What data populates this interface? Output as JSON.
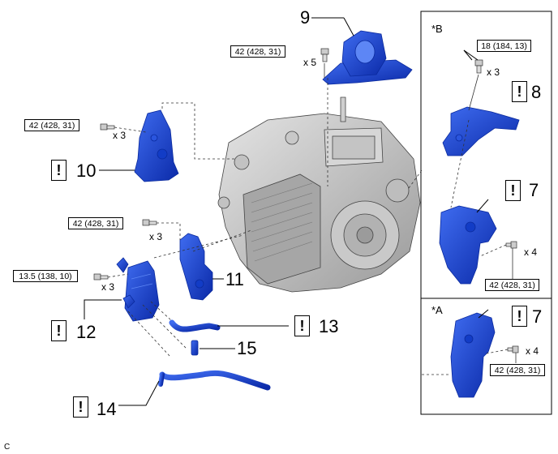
{
  "parts": {
    "p9": {
      "number": "9",
      "torque": "42 (428, 31)",
      "qty": "x 5"
    },
    "p10": {
      "number": "10",
      "torque": "42 (428, 31)",
      "qty": "x 3",
      "notice": "!"
    },
    "p11": {
      "number": "11",
      "torque": "42 (428, 31)",
      "qty": "x 3"
    },
    "p12": {
      "number": "12",
      "torque": "13.5 (138, 10)",
      "qty": "x 3",
      "notice": "!"
    },
    "p13": {
      "number": "13",
      "notice": "!"
    },
    "p14": {
      "number": "14",
      "notice": "!"
    },
    "p15": {
      "number": "15"
    }
  },
  "variant_b": {
    "label": "*B",
    "p8": {
      "number": "8",
      "torque": "18 (184, 13)",
      "qty": "x 3",
      "notice": "!"
    },
    "p7": {
      "number": "7",
      "torque": "42 (428, 31)",
      "qty": "x 4",
      "notice": "!"
    }
  },
  "variant_a": {
    "label": "*A",
    "p7": {
      "number": "7",
      "torque": "42 (428, 31)",
      "qty": "x 4",
      "notice": "!"
    }
  },
  "figure_id": "C",
  "colors": {
    "part_blue": "#1d46d8",
    "part_dark": "#0a2a9e",
    "transaxle_gray": "#b9b9b9",
    "outline": "#333333"
  }
}
